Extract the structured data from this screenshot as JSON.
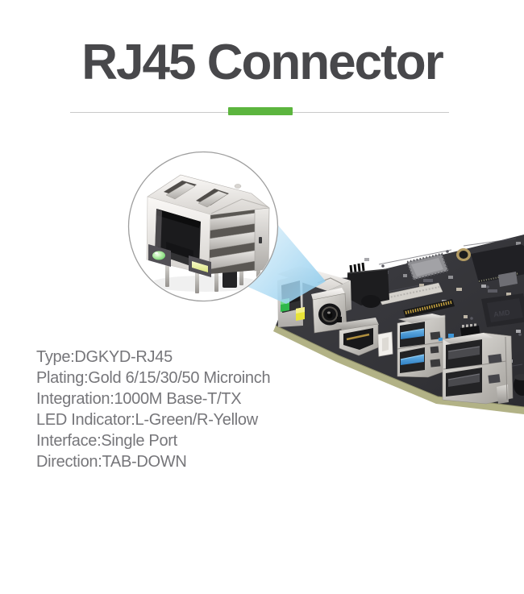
{
  "header": {
    "title": "RJ45 Connector"
  },
  "divider": {
    "accent_color": "#5cb53e",
    "line_color": "#c9c9c9"
  },
  "specs": {
    "lines": [
      "Type:DGKYD-RJ45",
      "Plating:Gold 6/15/30/50 Microinch",
      "Integration:1000M Base-T/TX",
      "LED Indicator:L-Green/R-Yellow",
      "Interface:Single Port",
      "Direction:TAB-DOWN"
    ]
  },
  "illustration": {
    "callout": "magnified-rj45-jack-in-circle",
    "target": "ethernet-port-on-single-board-computer",
    "chip_label": "AMD",
    "colors": {
      "title_text": "#48484b",
      "spec_text": "#76767a",
      "cone_blue": "#9fd7f2",
      "pcb": "#36363a",
      "pcb_edge": "#b2b286",
      "usb3_blue": "#3d96d8",
      "led_green": "#35c04e",
      "led_yellow": "#e8e337"
    }
  }
}
